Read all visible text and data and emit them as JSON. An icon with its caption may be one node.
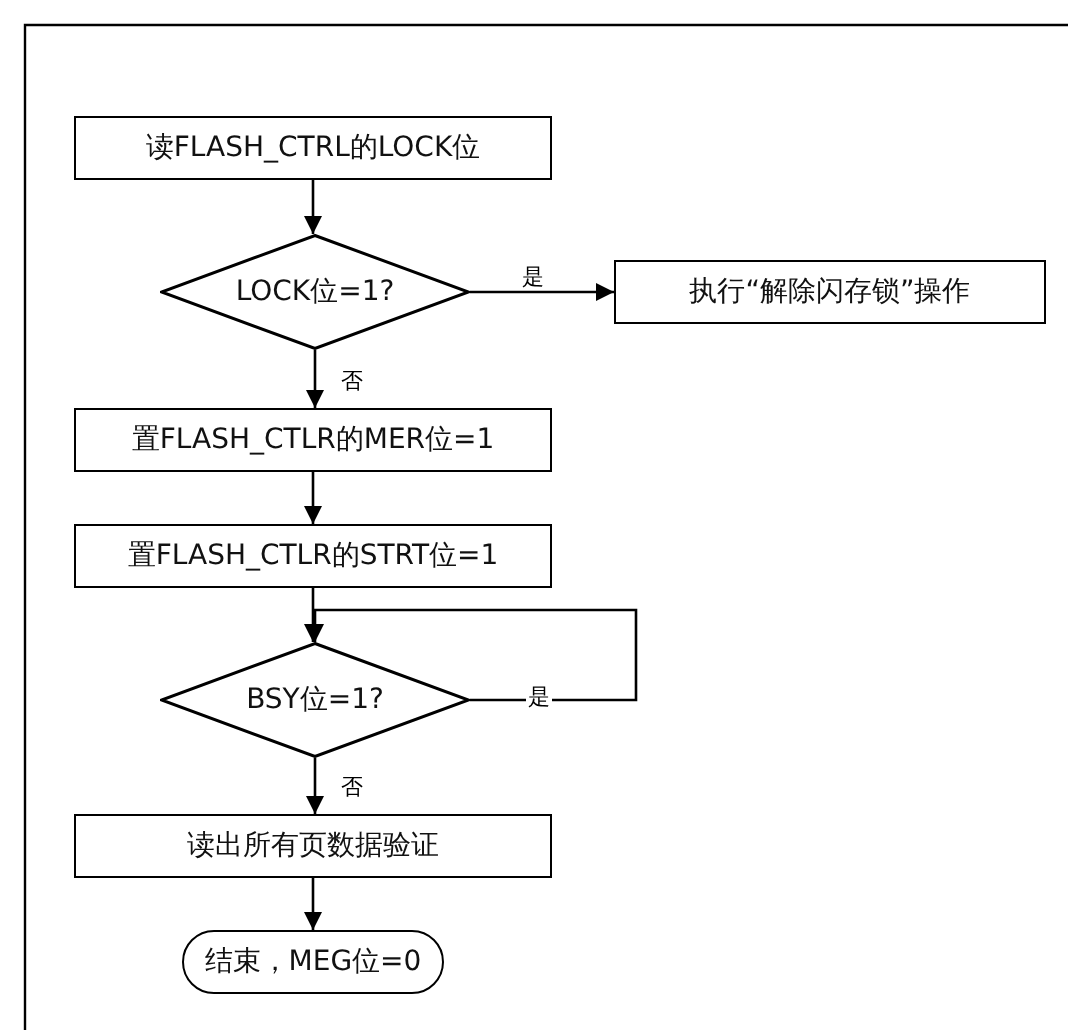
{
  "diagram": {
    "nodes": [
      {
        "text": [
          "读FLASH_CTRL的LOCK位"
        ]
      },
      {
        "text": [
          "LOCK位=1?"
        ]
      },
      {
        "text": [
          "执行“解除闪存锁”操作"
        ]
      },
      {
        "text": [
          "置FLASH_CTLR的MER位=1"
        ]
      },
      {
        "text": [
          "置FLASH_CTLR的STRT位=1"
        ]
      },
      {
        "text": [
          "BSY位=1?"
        ]
      },
      {
        "text": [
          "读出所有页数据验证"
        ]
      },
      {
        "text": [
          "结束，MEG位=0"
        ]
      }
    ],
    "edges": [
      {
        "from": 0,
        "to": 1,
        "arrow": "to"
      },
      {
        "from": 1,
        "to": 2,
        "arrow": "to",
        "label": "是"
      },
      {
        "from": 1,
        "to": 3,
        "arrow": "to",
        "label": "否"
      },
      {
        "from": 3,
        "to": 4,
        "arrow": "to"
      },
      {
        "from": 4,
        "to": 5,
        "arrow": "to"
      },
      {
        "from": 5,
        "to": 5,
        "arrow": "to",
        "label": "是"
      },
      {
        "from": 5,
        "to": 6,
        "arrow": "to",
        "label": "否"
      },
      {
        "from": 6,
        "to": 7,
        "arrow": "to"
      }
    ]
  }
}
